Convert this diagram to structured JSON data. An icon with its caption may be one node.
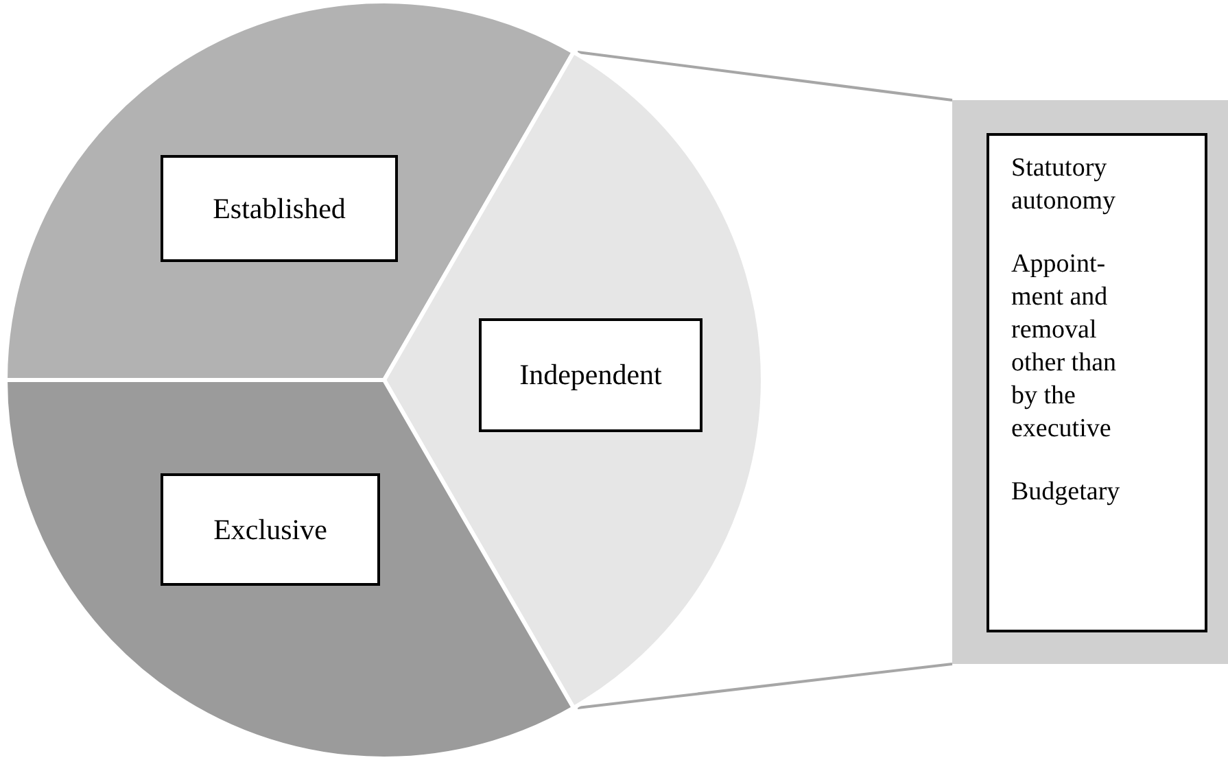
{
  "diagram": {
    "nodes": [
      {
        "text": [],
        "shape": "wedge"
      },
      {
        "text": [
          "Established"
        ],
        "in": 0
      },
      {
        "text": [],
        "shape": "wedge"
      },
      {
        "text": [
          "Independent"
        ],
        "in": 2
      },
      {
        "text": [],
        "shape": "wedge"
      },
      {
        "text": [
          "Exclusive"
        ],
        "in": 4
      },
      {
        "text": [],
        "shape": "box"
      },
      {
        "text": [
          "Statutory autonomy",
          "Appoint- ment and removal other than by the executive",
          "Budgetary"
        ],
        "in": 6
      }
    ],
    "edges": [
      {
        "from": 2,
        "to": 6,
        "arrow": "none",
        "color": "#a6a6a6"
      },
      {
        "from": 2,
        "to": 6,
        "arrow": "none",
        "color": "#a6a6a6"
      }
    ]
  }
}
